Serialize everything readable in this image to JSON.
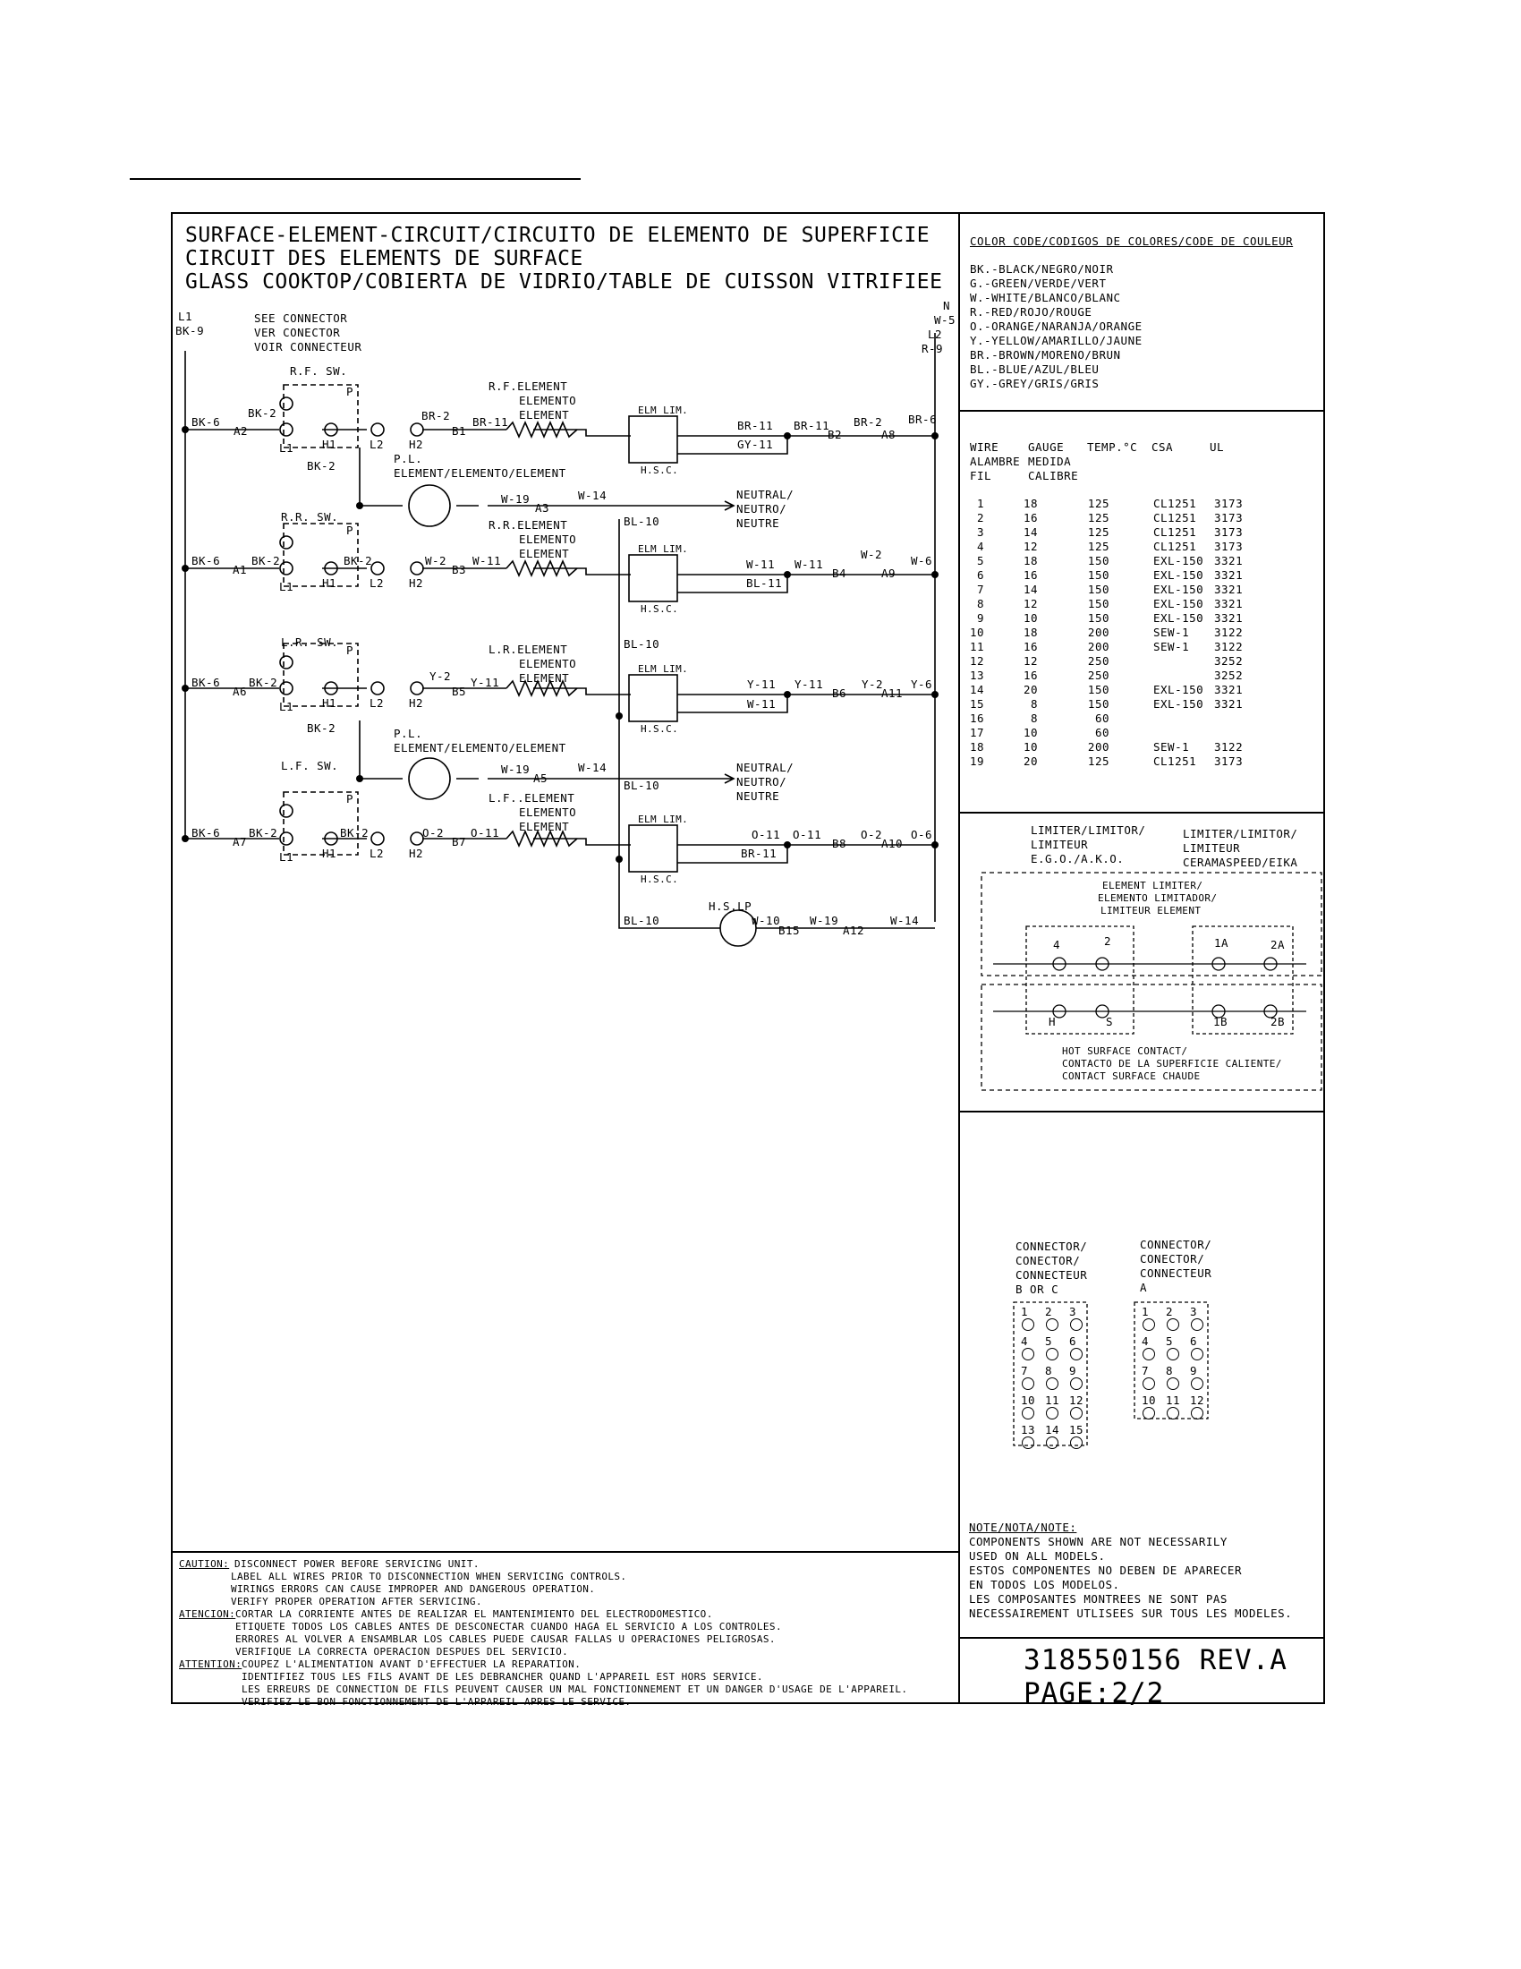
{
  "diagram": {
    "title_lines": [
      "SURFACE-ELEMENT-CIRCUIT/CIRCUITO DE ELEMENTO DE SUPERFICIE",
      "CIRCUIT DES  ELEMENTS DE SURFACE",
      "GLASS COOKTOP/COBIERTA DE VIDRIO/TABLE DE CUISSON VITRIFIEE"
    ],
    "line_labels": {
      "l1": "L1",
      "bk9": "BK-9",
      "n": "N",
      "w5": "W-5",
      "l2": "L2",
      "r9": "R-9"
    },
    "see_connector": [
      "SEE CONNECTOR",
      "VER CONECTOR",
      "VOIR CONNECTEUR"
    ],
    "switches": {
      "rf": "R.F. SW.",
      "rr": "R.R. SW.",
      "lr": "L.R. SW.",
      "lf": "L.F. SW."
    },
    "elements": {
      "rf": [
        "R.F.ELEMENT",
        "ELEMENTO",
        "ELEMENT"
      ],
      "rr": [
        "R.R.ELEMENT",
        "ELEMENTO",
        "ELEMENT"
      ],
      "lr": [
        "L.R.ELEMENT",
        "ELEMENTO",
        "ELEMENT"
      ],
      "lf": [
        "L.F..ELEMENT",
        "ELEMENTO",
        "ELEMENT"
      ]
    },
    "pilot_light": [
      "P.L.",
      "ELEMENT/ELEMENTO/ELEMENT"
    ],
    "neutral": [
      "NEUTRAL/",
      "NEUTRO/",
      "NEUTRE"
    ],
    "limiter_tags": {
      "elm": "ELM LIM.",
      "hsc": "H.S.C."
    },
    "hot_surface_lamp": "H.S.LP",
    "terminals": {
      "p": "P",
      "h1": "H1",
      "h2": "H2",
      "l1": "L1",
      "l2": "L2"
    },
    "wire_labels": {
      "bk6": "BK-6",
      "bk2": "BK-2",
      "br2": "BR-2",
      "br11": "BR-11",
      "br6": "BR-6",
      "gy11": "GY-11",
      "w19": "W-19",
      "w14": "W-14",
      "bl10": "BL-10",
      "w2": "W-2",
      "w11": "W-11",
      "w6": "W-6",
      "bl11": "BL-11",
      "y2": "Y-2",
      "y11": "Y-11",
      "y6": "Y-6",
      "o2": "O-2",
      "o11": "O-11",
      "o6": "O-6",
      "w10": "W-10"
    },
    "connector_points": {
      "a1": "A1",
      "a2": "A2",
      "a3": "A3",
      "a5": "A5",
      "a6": "A6",
      "a7": "A7",
      "a8": "A8",
      "a9": "A9",
      "a10": "A10",
      "a11": "A11",
      "a12": "A12",
      "b1": "B1",
      "b2": "B2",
      "b3": "B3",
      "b4": "B4",
      "b5": "B5",
      "b6": "B6",
      "b7": "B7",
      "b8": "B8",
      "b15": "B15"
    }
  },
  "color_code": {
    "title": "COLOR CODE/CODIGOS DE COLORES/CODE DE COULEUR",
    "entries": [
      "BK.-BLACK/NEGRO/NOIR",
      "G.-GREEN/VERDE/VERT",
      "W.-WHITE/BLANCO/BLANC",
      "R.-RED/ROJO/ROUGE",
      "O.-ORANGE/NARANJA/ORANGE",
      "Y.-YELLOW/AMARILLO/JAUNE",
      "BR.-BROWN/MORENO/BRUN",
      "BL.-BLUE/AZUL/BLEU",
      "GY.-GREY/GRIS/GRIS"
    ]
  },
  "wire_table": {
    "headers": [
      [
        "WIRE",
        "GAUGE",
        "TEMP.°C",
        "CSA",
        "UL"
      ],
      [
        "ALAMBRE",
        "MEDIDA",
        "",
        "",
        ""
      ],
      [
        "FIL",
        "CALIBRE",
        "",
        "",
        ""
      ]
    ],
    "rows": [
      [
        "1",
        "18",
        "125",
        "CL1251",
        "3173"
      ],
      [
        "2",
        "16",
        "125",
        "CL1251",
        "3173"
      ],
      [
        "3",
        "14",
        "125",
        "CL1251",
        "3173"
      ],
      [
        "4",
        "12",
        "125",
        "CL1251",
        "3173"
      ],
      [
        "5",
        "18",
        "150",
        "EXL-150",
        "3321"
      ],
      [
        "6",
        "16",
        "150",
        "EXL-150",
        "3321"
      ],
      [
        "7",
        "14",
        "150",
        "EXL-150",
        "3321"
      ],
      [
        "8",
        "12",
        "150",
        "EXL-150",
        "3321"
      ],
      [
        "9",
        "10",
        "150",
        "EXL-150",
        "3321"
      ],
      [
        "10",
        "18",
        "200",
        "SEW-1",
        "3122"
      ],
      [
        "11",
        "16",
        "200",
        "SEW-1",
        "3122"
      ],
      [
        "12",
        "12",
        "250",
        "",
        "3252"
      ],
      [
        "13",
        "16",
        "250",
        "",
        "3252"
      ],
      [
        "14",
        "20",
        "150",
        "EXL-150",
        "3321"
      ],
      [
        "15",
        "8",
        "150",
        "EXL-150",
        "3321"
      ],
      [
        "16",
        "8",
        "60",
        "",
        ""
      ],
      [
        "17",
        "10",
        "60",
        "",
        ""
      ],
      [
        "18",
        "10",
        "200",
        "SEW-1",
        "3122"
      ],
      [
        "19",
        "20",
        "125",
        "CL1251",
        "3173"
      ]
    ]
  },
  "limiter": {
    "ego_akos": [
      "LIMITER/LIMITOR/",
      "LIMITEUR",
      "E.G.O./A.K.O."
    ],
    "ceramaspeed": [
      "LIMITER/LIMITOR/",
      "LIMITEUR",
      "CERAMASPEED/EIKA"
    ],
    "element_limiter": [
      "ELEMENT LIMITER/",
      "ELEMENTO LIMITADOR/",
      "LIMITEUR ELEMENT"
    ],
    "terminals_left": [
      "4",
      "2",
      "H",
      "S"
    ],
    "terminals_right": [
      "1A",
      "2A",
      "1B",
      "2B"
    ],
    "hot_surface_contact": [
      "HOT SURFACE CONTACT/",
      "CONTACTO DE LA SUPERFICIE CALIENTE/",
      "CONTACT SURFACE CHAUDE"
    ]
  },
  "connectors": {
    "bc_label": [
      "CONNECTOR/",
      "CONECTOR/",
      "CONNECTEUR",
      "B OR C"
    ],
    "a_label": [
      "CONNECTOR/",
      "CONECTOR/",
      "CONNECTEUR",
      "A"
    ],
    "bc_pins": [
      "1",
      "2",
      "3",
      "4",
      "5",
      "6",
      "7",
      "8",
      "9",
      "10",
      "11",
      "12",
      "13",
      "14",
      "15"
    ],
    "a_pins": [
      "1",
      "2",
      "3",
      "4",
      "5",
      "6",
      "7",
      "8",
      "9",
      "10",
      "11",
      "12"
    ]
  },
  "note": {
    "title": "NOTE/NOTA/NOTE:",
    "lines": [
      "COMPONENTS SHOWN ARE NOT NECESSARILY",
      "USED ON ALL MODELS.",
      "ESTOS COMPONENTES NO DEBEN DE APARECER",
      "EN TODOS LOS MODELOS.",
      "LES COMPOSANTES MONTREES NE SONT PAS",
      "NECESSAIREMENT UTLISEES SUR TOUS LES MODELES."
    ]
  },
  "caution": {
    "en_label": "CAUTION:",
    "en": [
      "DISCONNECT POWER BEFORE SERVICING UNIT.",
      "LABEL ALL WIRES PRIOR TO DISCONNECTION WHEN SERVICING CONTROLS.",
      "WIRINGS ERRORS CAN CAUSE IMPROPER AND DANGEROUS OPERATION.",
      "VERIFY PROPER OPERATION AFTER SERVICING."
    ],
    "es_label": "ATENCION:",
    "es": [
      "CORTAR LA CORRIENTE ANTES DE REALIZAR EL MANTENIMIENTO DEL ELECTRODOMESTICO.",
      "ETIQUETE TODOS LOS CABLES ANTES DE DESCONECTAR CUANDO HAGA EL SERVICIO A LOS CONTROLES.",
      "ERRORES AL VOLVER A ENSAMBLAR LOS CABLES PUEDE CAUSAR FALLAS U OPERACIONES PELIGROSAS.",
      "VERIFIQUE LA CORRECTA OPERACION DESPUES DEL SERVICIO."
    ],
    "fr_label": "ATTENTION:",
    "fr": [
      "COUPEZ L'ALIMENTATION AVANT D'EFFECTUER LA REPARATION.",
      "IDENTIFIEZ TOUS LES FILS AVANT DE LES DEBRANCHER QUAND L'APPAREIL EST HORS SERVICE.",
      "LES ERREURS DE CONNECTION DE FILS PEUVENT CAUSER UN MAL FONCTIONNEMENT ET UN DANGER D'USAGE DE L'APPAREIL.",
      "VERIFIEZ LE BON FONCTIONNEMENT DE L'APPAREIL APRES LE SERVICE."
    ]
  },
  "part_number": "318550156 REV.A",
  "page": "PAGE:2/2"
}
